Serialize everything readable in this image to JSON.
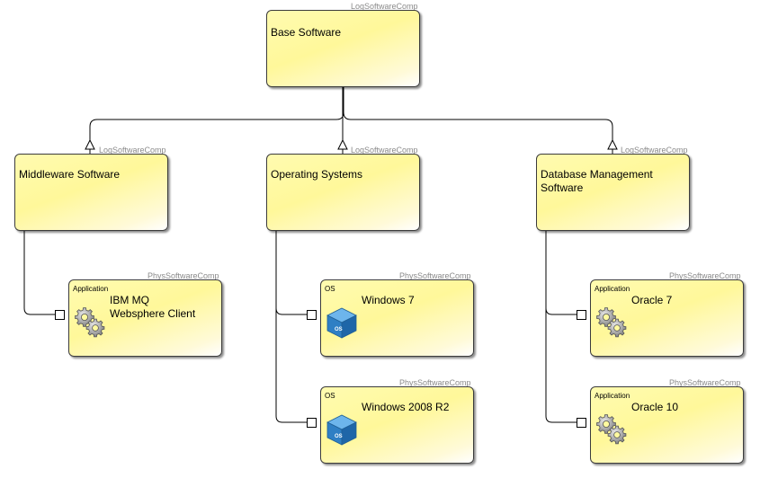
{
  "nodes": {
    "base": {
      "stereotype": "LogSoftwareComp",
      "title": "Base Software"
    },
    "middleware": {
      "stereotype": "LogSoftwareComp",
      "title": "Middleware Software"
    },
    "os": {
      "stereotype": "LogSoftwareComp",
      "title": "Operating Systems"
    },
    "dbms": {
      "stereotype": "LogSoftwareComp",
      "title": "Database Management\nSoftware"
    }
  },
  "components": {
    "ibm": {
      "stereotype": "PhysSoftwareComp",
      "kind": "Application",
      "title": "IBM MQ\nWebsphere Client",
      "icon": "gear-icon"
    },
    "win7": {
      "stereotype": "PhysSoftwareComp",
      "kind": "OS",
      "title": "Windows 7",
      "icon": "os-cube-icon"
    },
    "win2008": {
      "stereotype": "PhysSoftwareComp",
      "kind": "OS",
      "title": "Windows 2008 R2",
      "icon": "os-cube-icon"
    },
    "oracle7": {
      "stereotype": "PhysSoftwareComp",
      "kind": "Application",
      "title": "Oracle 7",
      "icon": "gear-icon"
    },
    "oracle10": {
      "stereotype": "PhysSoftwareComp",
      "kind": "Application",
      "title": "Oracle 10",
      "icon": "gear-icon"
    }
  },
  "icon_labels": {
    "os_cube": "OS"
  },
  "colors": {
    "fill": "#fff89a",
    "border": "#3c3c3c",
    "os_icon": "#3b8fd6"
  }
}
